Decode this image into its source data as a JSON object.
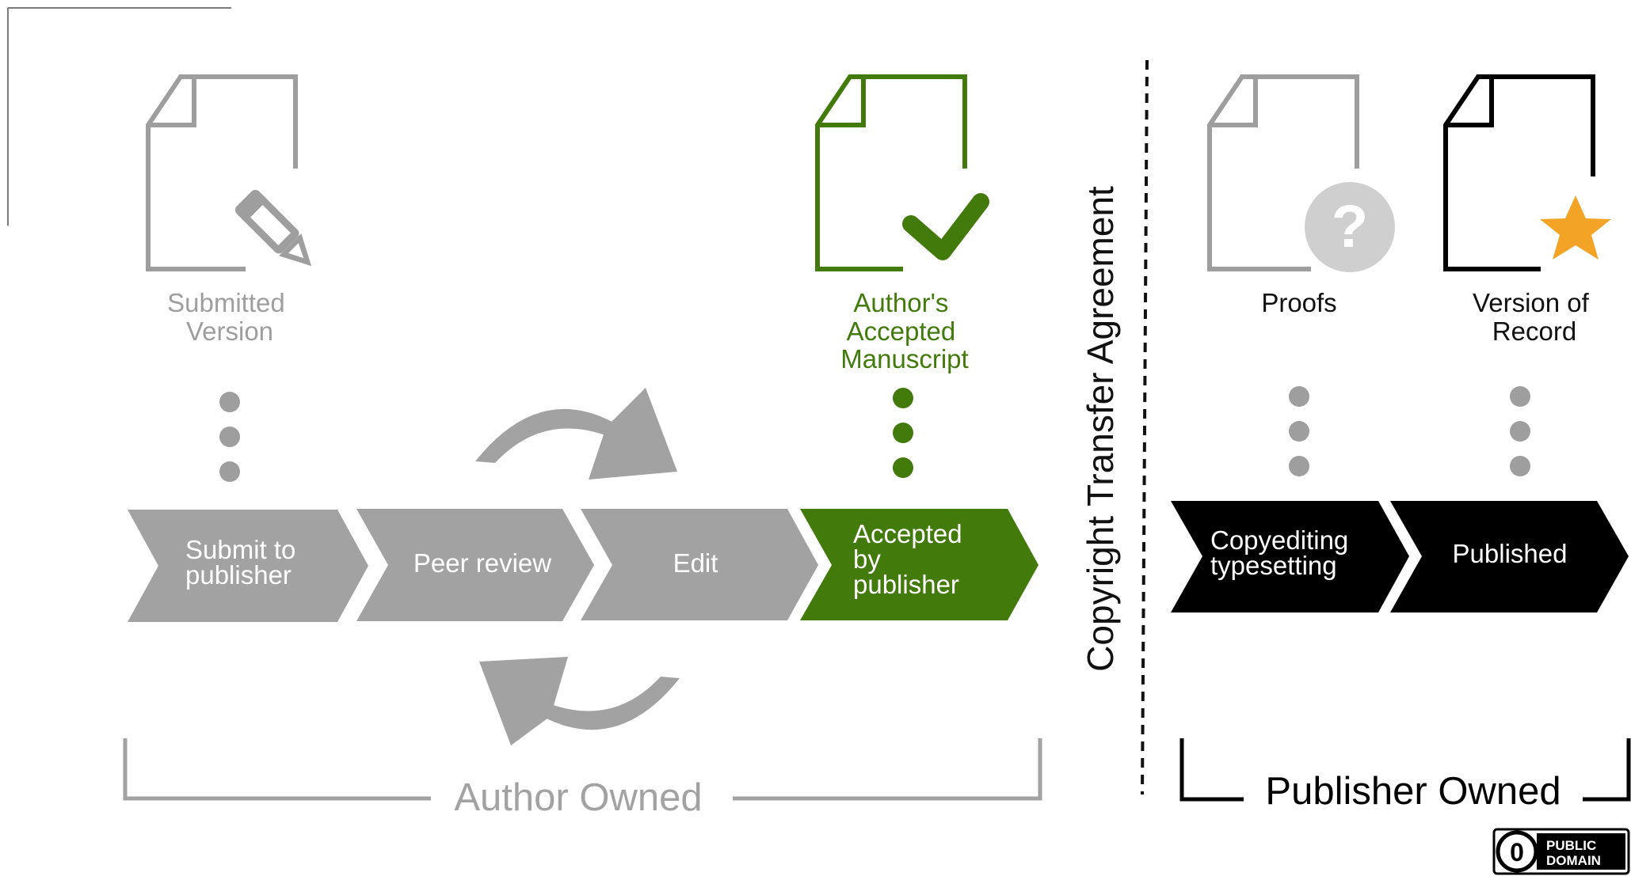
{
  "documents": {
    "submitted": {
      "line1": "Submitted",
      "line2": "Version",
      "color": "#9e9e9e",
      "icon": "pencil-icon"
    },
    "aam": {
      "line1": "Author's",
      "line2": "Accepted",
      "line3": "Manuscript",
      "color": "#437a0c",
      "icon": "checkmark-icon"
    },
    "proofs": {
      "label": "Proofs",
      "color": "#9e9e9e",
      "icon": "question-mark-icon"
    },
    "vor": {
      "line1": "Version of",
      "line2": "Record",
      "color": "#000000",
      "icon": "star-icon",
      "star_color": "#f3a326"
    }
  },
  "steps": {
    "submit": {
      "line1": "Submit to",
      "line2": "publisher"
    },
    "peer_review": {
      "label": "Peer review"
    },
    "edit": {
      "label": "Edit"
    },
    "accepted": {
      "line1": "Accepted",
      "line2": "by",
      "line3": "publisher"
    },
    "copyediting": {
      "line1": "Copyediting",
      "line2": "typesetting"
    },
    "published": {
      "label": "Published"
    }
  },
  "divider_label": "Copyright Transfer Agreement",
  "author_owned": "Author Owned",
  "publisher_owned": "Publisher Owned",
  "badge": {
    "symbol": "0",
    "line1": "PUBLIC",
    "line2": "DOMAIN"
  },
  "colors": {
    "gray": "#a2a2a2",
    "green": "#437a0c",
    "black": "#000000",
    "light_gray": "#cfcfcf"
  }
}
